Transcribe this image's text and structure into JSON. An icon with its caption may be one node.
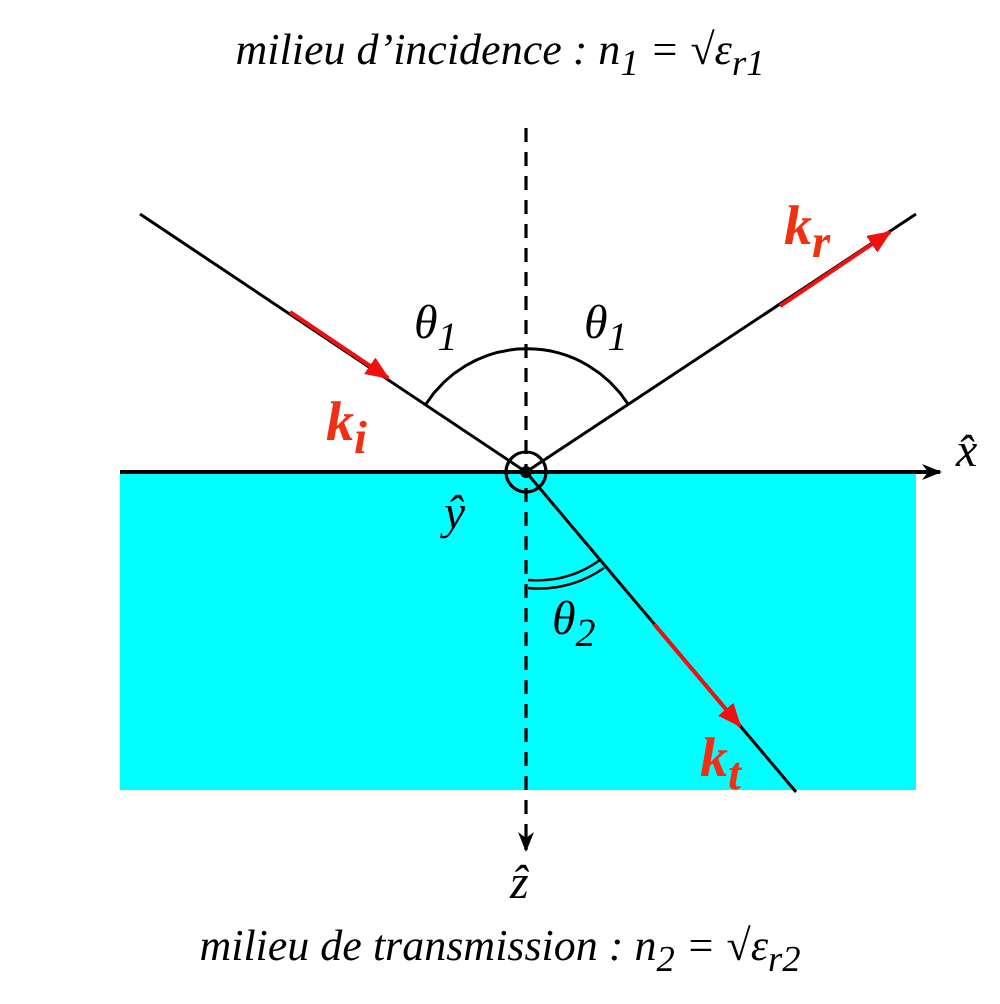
{
  "diagram": {
    "labels": [
      "milieu d’incidence : n$_{1}$ = √ε$_{r1}$",
      "k$_{r}$",
      "θ$_{1}$",
      "θ$_{1}$",
      "k$_{i}$",
      "x̂",
      "ŷ",
      "θ$_{2}$",
      "k$_{t}$",
      "ẑ",
      "milieu de transmission : n$_{2}$ = √ε$_{r2}$"
    ]
  }
}
